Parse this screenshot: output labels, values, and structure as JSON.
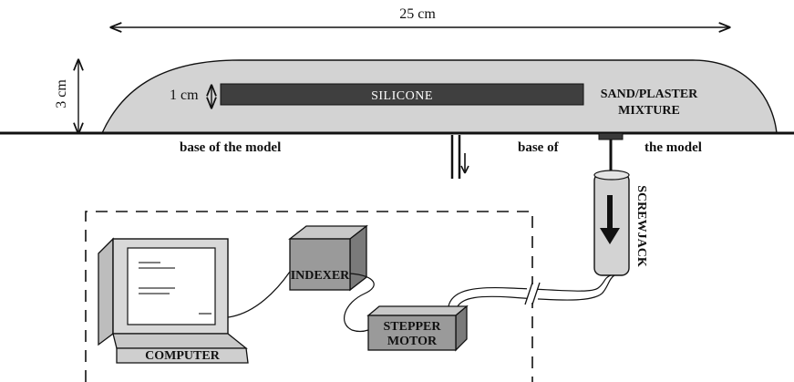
{
  "labels": {
    "width_dim": "25 cm",
    "height_dim": "3 cm",
    "layer_thickness": "1 cm",
    "silicone": "SILICONE",
    "sand_plaster_1": "SAND/PLASTER",
    "sand_plaster_2": "MIXTURE",
    "base_left": "base of the model",
    "base_right_1": "base of",
    "base_right_2": "the model",
    "screwjack": "SCREWJACK",
    "indexer": "INDEXER",
    "stepper_1": "STEPPER",
    "stepper_2": "MOTOR",
    "computer": "COMPUTER"
  },
  "colors": {
    "model_fill": "#d3d3d3",
    "silicone_fill": "#3f3f3f",
    "box_front": "#9a9a9a",
    "box_top": "#c8c8c8",
    "box_side": "#7a7a7a",
    "line": "#111111"
  }
}
